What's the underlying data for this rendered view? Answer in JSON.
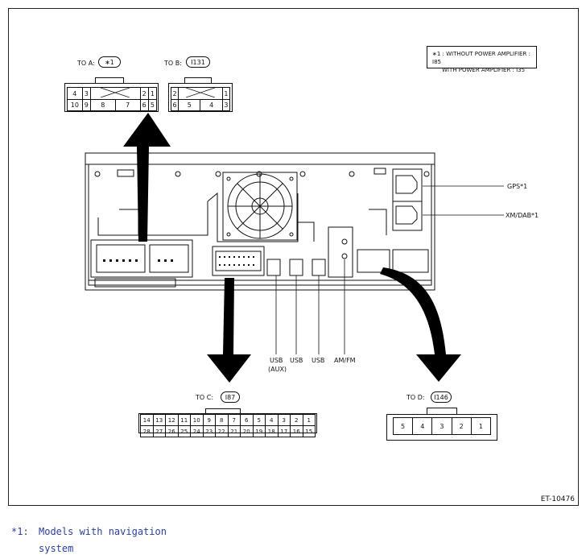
{
  "note": {
    "line1": "∗1 : WITHOUT POWER AMPLIFIER : I85",
    "line2": "WITH POWER AMPLIFIER : I35"
  },
  "connector_a": {
    "to_label": "TO  A:",
    "id": "∗1",
    "row1": [
      "4",
      "3",
      "",
      "",
      "2",
      "1"
    ],
    "row2": [
      "10",
      "9",
      "8",
      "7",
      "6",
      "5"
    ]
  },
  "connector_b": {
    "to_label": "TO  B:",
    "id": "I131",
    "row1": [
      "2",
      "",
      "",
      "1"
    ],
    "row2": [
      "6",
      "5",
      "4",
      "3"
    ]
  },
  "connector_c": {
    "to_label": "TO  C:",
    "id": "I87",
    "row1": [
      "14",
      "13",
      "12",
      "11",
      "10",
      "9",
      "8",
      "7",
      "6",
      "5",
      "4",
      "3",
      "2",
      "1"
    ],
    "row2": [
      "28",
      "27",
      "26",
      "25",
      "24",
      "23",
      "22",
      "21",
      "20",
      "19",
      "18",
      "17",
      "16",
      "15"
    ]
  },
  "connector_d": {
    "to_label": "TO  D:",
    "id": "I146",
    "row1": [
      "5",
      "4",
      "3",
      "2",
      "1"
    ]
  },
  "ports": {
    "usb_aux_1": "USB",
    "usb_aux_2": "(AUX)",
    "usb_2": "USB",
    "usb_3": "USB",
    "amfm": "AM/FM",
    "gps": "GPS*1",
    "xmdab": "XM/DAB*1"
  },
  "figure_code": "ET-10476",
  "footnote": {
    "mark": "*1:",
    "line1": "Models with navigation",
    "line2": "system"
  }
}
